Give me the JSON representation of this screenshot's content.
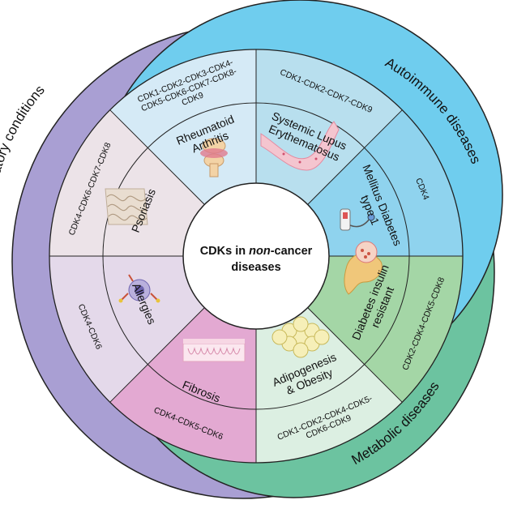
{
  "center": {
    "line1_pre": "CDKs in ",
    "line1_italic": "non",
    "line1_post": "-cancer",
    "line2": "diseases"
  },
  "bands": {
    "inflammatory": "Inflammatory conditions",
    "autoimmune": "Autoimmune diseases",
    "metabolic": "Metabolic diseases"
  },
  "colors": {
    "inflammatory_band": "#a99fd3",
    "autoimmune_band": "#6fcdee",
    "metabolic_band": "#6cc3a0",
    "psoriasis": "#ece3e8",
    "allergies": "#e4d9ea",
    "fibrosis": "#e3a9d2",
    "rheumatoid": "#d5eaf6",
    "lupus": "#b8dfee",
    "diabetes1": "#8fd3ee",
    "insulin": "#a4d6a6",
    "obesity": "#dcefe2"
  },
  "sectors": [
    {
      "id": "rheumatoid",
      "name_lines": [
        "Rheumatoid",
        "Arthritis"
      ],
      "cdk_lines": [
        "CDK1-CDK2-CDK3-CDK4-",
        "CDK5-CDK6-CDK7-CDK8-",
        "CDK9"
      ]
    },
    {
      "id": "lupus",
      "name_lines": [
        "Systemic Lupus",
        "Erythematosus"
      ],
      "cdk_lines": [
        "CDK1-CDK2-CDK7-CDK9"
      ]
    },
    {
      "id": "diabetes1",
      "name_lines": [
        "Mellitus Diabetes",
        "type 1"
      ],
      "cdk_lines": [
        "CDK4"
      ]
    },
    {
      "id": "insulin",
      "name_lines": [
        "Diabetes insulin",
        "resistant"
      ],
      "cdk_lines": [
        "CDK2-CDK4-CDK5-CDK8"
      ]
    },
    {
      "id": "obesity",
      "name_lines": [
        "Adipogenesis",
        "& Obesity"
      ],
      "cdk_lines": [
        "CDK1-CDK2-CDK4-CDK5-",
        "CDK6-CDK9"
      ]
    },
    {
      "id": "fibrosis",
      "name_lines": [
        "Fibrosis"
      ],
      "cdk_lines": [
        "CDK4-CDK5-CDK6"
      ]
    },
    {
      "id": "allergies",
      "name_lines": [
        "Allergies"
      ],
      "cdk_lines": [
        "CDK4-CDK6"
      ]
    },
    {
      "id": "psoriasis",
      "name_lines": [
        "Psoriasis"
      ],
      "cdk_lines": [
        "CDK4-CDK6-CDK7-CDK8"
      ]
    }
  ],
  "icons": {
    "rheumatoid": "knee-joint-icon",
    "lupus": "skin-rash-icon",
    "diabetes1": "insulin-pump-icon",
    "insulin": "pancreas-icon",
    "obesity": "fat-cells-icon",
    "fibrosis": "fibrotic-tissue-icon",
    "allergies": "allergen-cell-icon",
    "psoriasis": "skin-layers-icon"
  }
}
